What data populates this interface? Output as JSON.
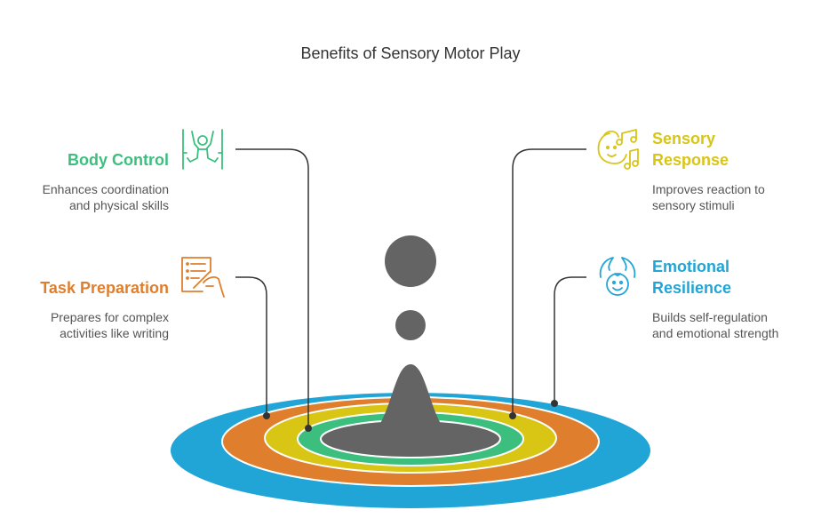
{
  "title": "Benefits of Sensory Motor Play",
  "colors": {
    "body_control": "#3cbf7e",
    "task_preparation": "#df7f2e",
    "sensory_response": "#d9c514",
    "emotional_resilience": "#21a5d6",
    "center_shape": "#646464",
    "connector": "#333333"
  },
  "items": {
    "body_control": {
      "title": "Body Control",
      "desc_lines": [
        "Enhances coordination",
        "and physical skills"
      ],
      "icon": "gymnast-icon"
    },
    "task_preparation": {
      "title": "Task Preparation",
      "desc_lines": [
        "Prepares for complex",
        "activities like writing"
      ],
      "icon": "writing-hand-icon"
    },
    "sensory_response": {
      "title_lines": [
        "Sensory",
        "Response"
      ],
      "desc_lines": [
        "Improves reaction to",
        "sensory stimuli"
      ],
      "icon": "child-music-icon"
    },
    "emotional_resilience": {
      "title_lines": [
        "Emotional",
        "Resilience"
      ],
      "desc_lines": [
        "Builds self-regulation",
        "and emotional strength"
      ],
      "icon": "cared-child-icon"
    }
  }
}
